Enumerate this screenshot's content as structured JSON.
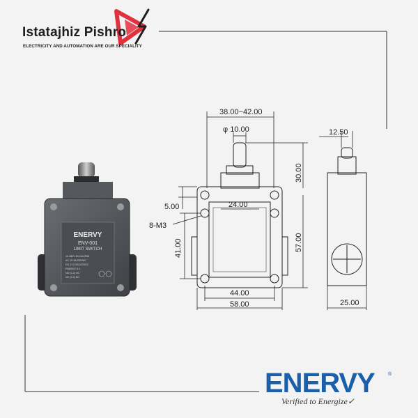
{
  "header": {
    "brand_name": "Istatajhiz Pishro",
    "tagline": "ELECTRICITY AND AUTOMATION ARE OUR SPECIALITY"
  },
  "product_label": {
    "brand": "ENERVY",
    "model": "ENV-001",
    "type": "LIMIT SWITCH",
    "spec_lines": [
      "10-380V   Ith:10A    IP65",
      "AC-15  4A/250VAC",
      "DC-13  0.5A/220VDC",
      "EN60947-5-1",
      "NO (1-2) NC",
      "NC (3-4) NO"
    ]
  },
  "dimensions": {
    "width_top": "38.00~42.00",
    "plunger_dia": "φ 10.00",
    "side_width": "12.50",
    "offset": "5.00",
    "inner_width": "24.00",
    "screw": "8-M3",
    "plunger_height": "30.00",
    "body_height": "57.00",
    "mount_height": "41.00",
    "mount_width": "44.00",
    "total_width": "58.00",
    "depth": "25.00"
  },
  "footer": {
    "logo": "ENERVY",
    "tm": "®",
    "slogan": "Verified to Energize✓"
  },
  "colors": {
    "accent_red": "#e0313f",
    "brand_blue": "#1a5fa8"
  }
}
